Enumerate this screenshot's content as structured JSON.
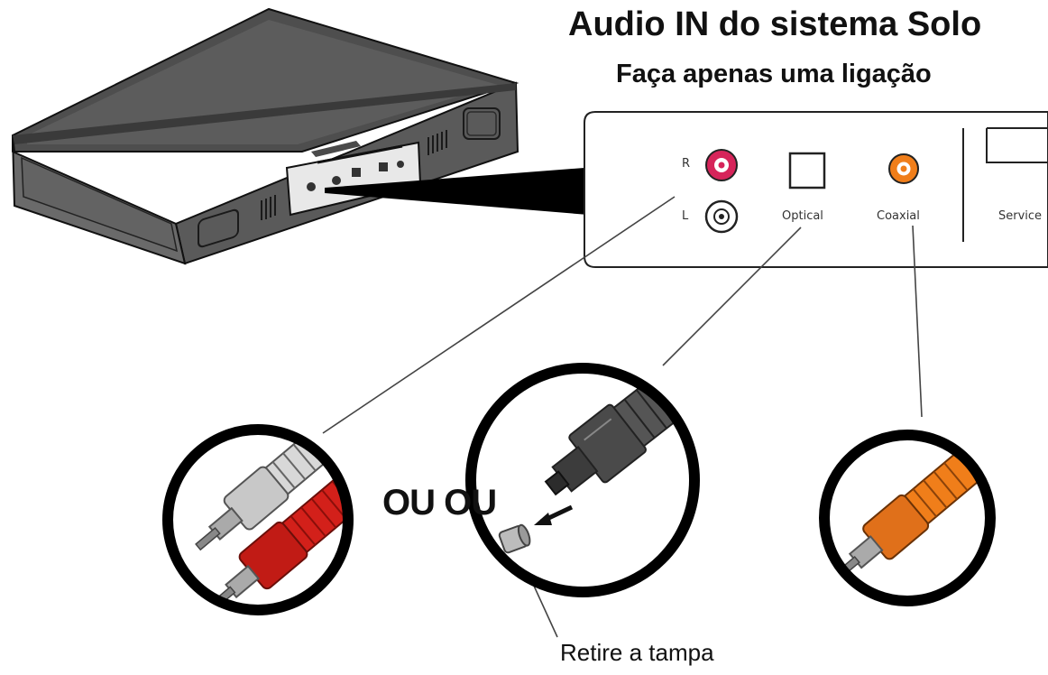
{
  "title": "Audio IN do sistema Solo",
  "subtitle": "Faça apenas uma ligação",
  "panel": {
    "label_r": "R",
    "label_l": "L",
    "optical": "Optical",
    "coaxial": "Coaxial",
    "service": "Service"
  },
  "separator_text": "OU OU",
  "callout": "Retire a tampa",
  "colors": {
    "rca_red": "#d6245a",
    "coax_orange": "#f07e1a",
    "cable_red": "#d3201a",
    "cable_white": "#d8d8d8",
    "device_gray": "#5a5a5a"
  }
}
